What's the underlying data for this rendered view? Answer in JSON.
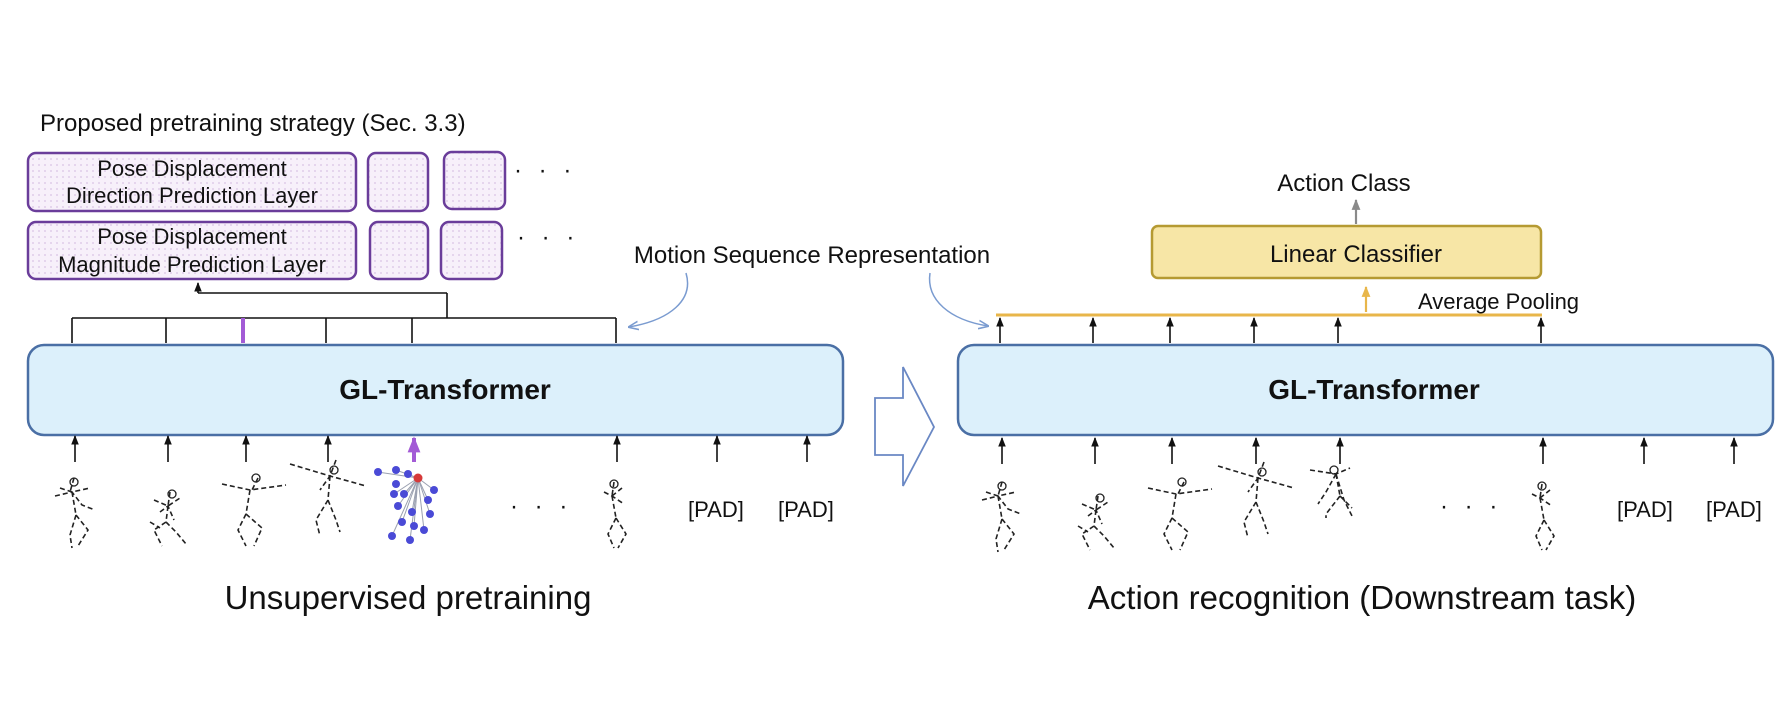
{
  "left": {
    "strategy_title": "Proposed pretraining strategy (Sec. 3.3)",
    "direction_layer": {
      "line1": "Pose Displacement",
      "line2": "Direction Prediction Layer"
    },
    "magnitude_layer": {
      "line1": "Pose Displacement",
      "line2": "Magnitude Prediction Layer"
    },
    "ellipsis": "· · ·",
    "transformer": "GL-Transformer",
    "seq_ellipsis": "· · ·",
    "pad1": "[PAD]",
    "pad2": "[PAD]",
    "caption": "Unsupervised pretraining"
  },
  "center": {
    "representation_label": "Motion Sequence Representation"
  },
  "right": {
    "action_class": "Action Class",
    "classifier": "Linear Classifier",
    "pooling": "Average Pooling",
    "transformer": "GL-Transformer",
    "seq_ellipsis": "· · ·",
    "pad1": "[PAD]",
    "pad2": "[PAD]",
    "caption": "Action recognition (Downstream task)"
  },
  "colors": {
    "transformer_fill": "#dcf0fb",
    "transformer_stroke": "#4a6fa5",
    "layer_stroke": "#6a3d9a",
    "layer_fill": "#f6eefa",
    "classifier_fill": "#f7e6a6",
    "classifier_stroke": "#b59a32",
    "pooling_line": "#e8b64a",
    "highlight_arrow": "#a35bd6",
    "joint_dot": "#4a4ad6",
    "curve": "#7a9bd0"
  }
}
